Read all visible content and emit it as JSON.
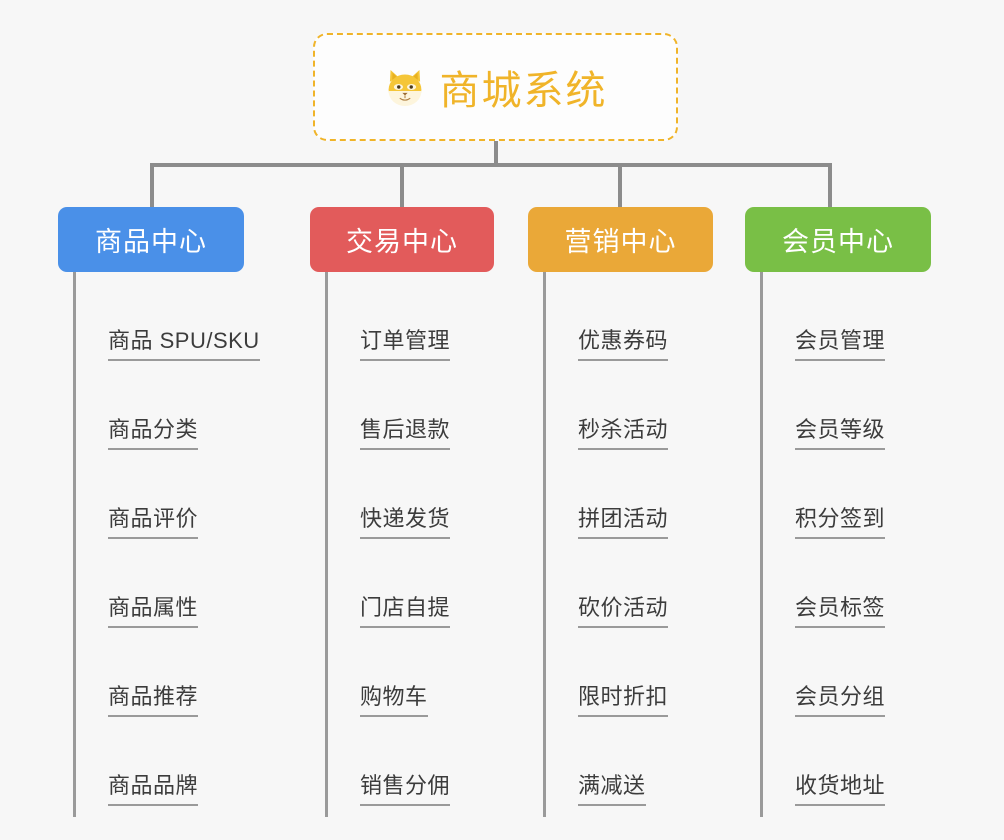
{
  "page": {
    "background_color": "#f7f7f7",
    "diagram_type": "mind-map"
  },
  "root": {
    "title": "商城系统",
    "icon": "shiba-dog-emoji",
    "accent_color": "#f0b429",
    "border_style": "dashed"
  },
  "connector_color": "#8c8c8c",
  "branches": [
    {
      "label": "商品中心",
      "color": "#4a90e8",
      "items": [
        "商品 SPU/SKU",
        "商品分类",
        "商品评价",
        "商品属性",
        "商品推荐",
        "商品品牌"
      ]
    },
    {
      "label": "交易中心",
      "color": "#e25b5b",
      "items": [
        "订单管理",
        "售后退款",
        "快递发货",
        "门店自提",
        "购物车",
        "销售分佣"
      ]
    },
    {
      "label": "营销中心",
      "color": "#eaa838",
      "items": [
        "优惠券码",
        "秒杀活动",
        "拼团活动",
        "砍价活动",
        "限时折扣",
        "满减送"
      ]
    },
    {
      "label": "会员中心",
      "color": "#79bf46",
      "items": [
        "会员管理",
        "会员等级",
        "积分签到",
        "会员标签",
        "会员分组",
        "收货地址"
      ]
    }
  ]
}
